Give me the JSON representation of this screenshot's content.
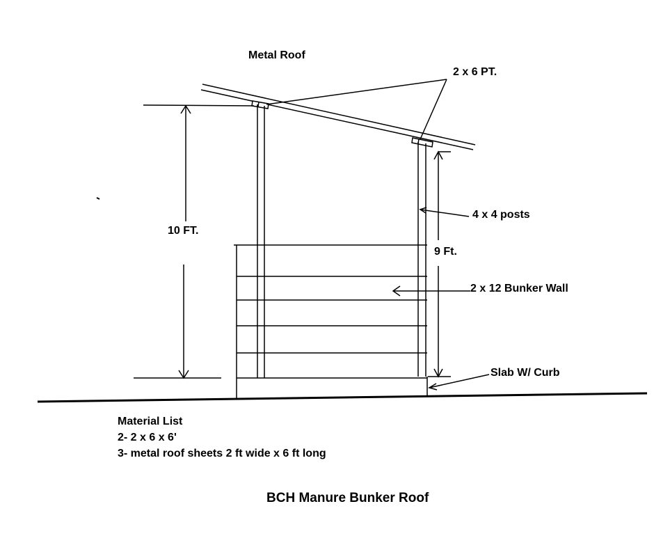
{
  "labels": {
    "metal_roof": "Metal Roof",
    "two_by_six": "2 x 6 PT.",
    "posts": "4 x 4 posts",
    "ten_ft": "10 FT.",
    "nine_ft": "9 Ft.",
    "bunker_wall": "2 x 12 Bunker Wall",
    "slab": "Slab W/ Curb"
  },
  "material_list": {
    "heading": "Material List",
    "items": [
      "2- 2 x 6 x 6'",
      "3- metal roof sheets 2 ft wide x 6 ft long"
    ]
  },
  "title": "BCH Manure Bunker Roof",
  "colors": {
    "line": "#000000",
    "background": "#ffffff"
  }
}
